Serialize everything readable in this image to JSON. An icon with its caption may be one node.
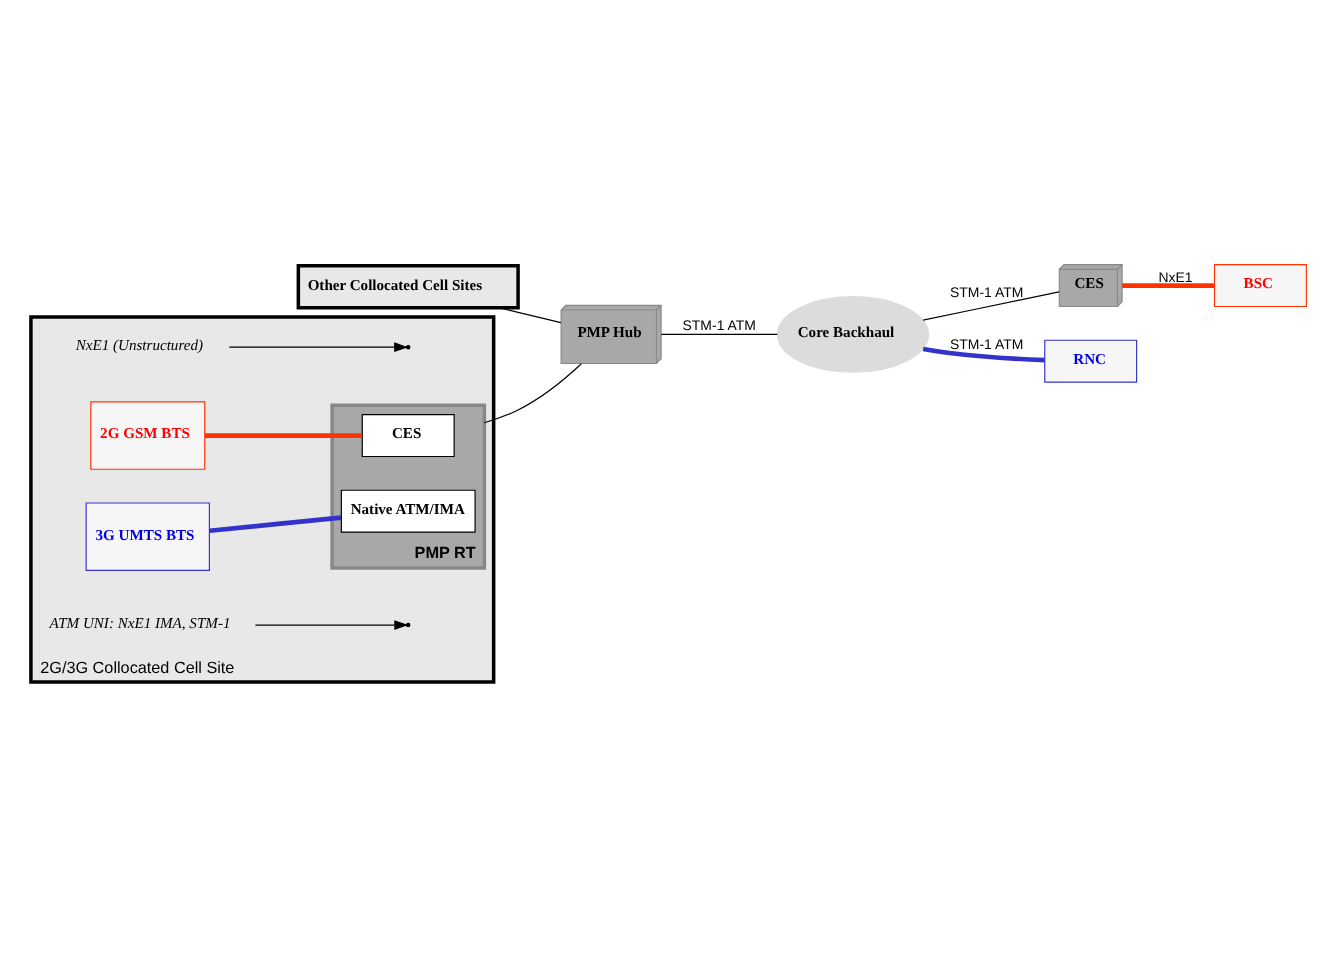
{
  "diagram": {
    "nodes": [
      {
        "text": [
          "Other Collocated Cell Sites"
        ]
      },
      {
        "text": [
          "2G/3G Collocated Cell Site"
        ]
      },
      {
        "text": [
          "NxE1 (Unstructured)"
        ],
        "in": 1
      },
      {
        "text": [
          "2G GSM BTS"
        ],
        "in": 1
      },
      {
        "text": [
          "PMP RT"
        ],
        "in": 1
      },
      {
        "text": [
          "CES"
        ],
        "in": 4
      },
      {
        "text": [
          "3G UMTS BTS"
        ],
        "in": 1
      },
      {
        "text": [
          "Native ATM/IMA"
        ],
        "in": 4
      },
      {
        "text": [
          "ATM UNI: NxE1 IMA, STM-1"
        ],
        "in": 1
      },
      {
        "text": [
          "PMP Hub"
        ]
      },
      {
        "text": [
          "Core Backhaul"
        ]
      },
      {
        "text": [
          "CES"
        ]
      },
      {
        "text": [
          "RNC"
        ]
      },
      {
        "text": [
          "BSC"
        ]
      }
    ],
    "edges": [
      {
        "from": 3,
        "to": 5,
        "arrow": "none",
        "style": "thick",
        "color": "#ff3300"
      },
      {
        "from": 6,
        "to": 7,
        "arrow": "none",
        "style": "thick",
        "color": "#3333cc"
      },
      {
        "from": 2,
        "to": null,
        "arrow": "to"
      },
      {
        "from": 8,
        "to": null,
        "arrow": "to"
      },
      {
        "from": 0,
        "to": 9,
        "arrow": "none"
      },
      {
        "from": 4,
        "to": 9,
        "arrow": "none"
      },
      {
        "from": 9,
        "to": 10,
        "label": "STM-1 ATM",
        "arrow": "none"
      },
      {
        "from": 10,
        "to": 12,
        "label": "STM-1 ATM",
        "arrow": "none",
        "style": "thick",
        "color": "#3333cc"
      },
      {
        "from": 10,
        "to": 11,
        "label": "STM-1 ATM",
        "arrow": "none"
      },
      {
        "from": 11,
        "to": 13,
        "label": "NxE1",
        "arrow": "none",
        "style": "thick",
        "color": "#ff3300"
      }
    ]
  }
}
